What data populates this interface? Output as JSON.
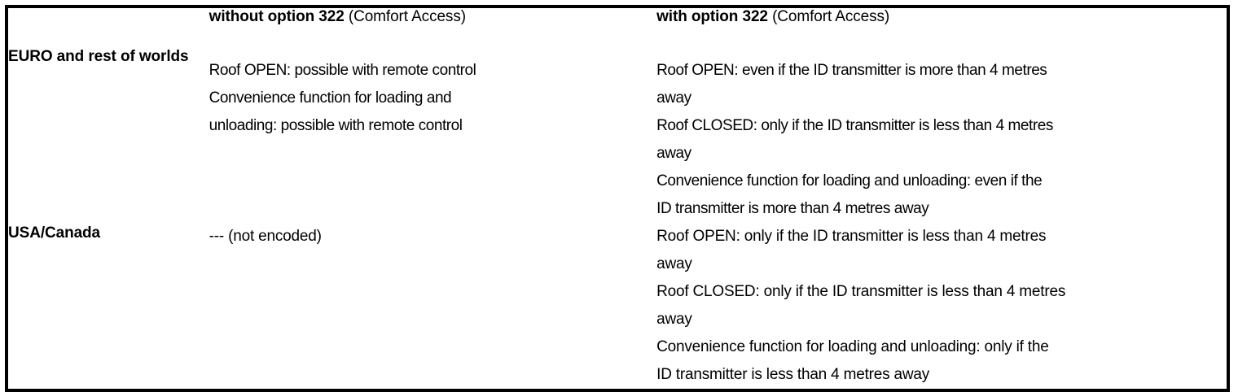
{
  "document": {
    "type": "specification-table",
    "background_color": "#ffffff",
    "text_color": "#000000",
    "border_color": "#000000"
  },
  "table": {
    "columns": [
      {
        "key": "region",
        "header": ""
      },
      {
        "key": "without_option",
        "header_strong": "without option 322",
        "header_normal": " (Comfort Access)"
      },
      {
        "key": "with_option",
        "header_strong": "with option 322",
        "header_normal": " (Comfort Access)"
      }
    ],
    "rows": [
      {
        "region": "EURO and rest of worlds",
        "without_option_lines": [
          "Roof OPEN: possible with remote control",
          "Convenience function for loading and",
          "unloading: possible with remote control"
        ],
        "with_option_lines": [
          "Roof OPEN: even if the ID transmitter is more than 4 metres",
          "away",
          "Roof CLOSED: only if the ID transmitter is less than 4 metres",
          "away",
          "Convenience function for loading and unloading: even if the",
          "ID transmitter is more than 4 metres away"
        ]
      },
      {
        "region": "USA/Canada",
        "without_option_lines": [
          "--- (not encoded)"
        ],
        "with_option_lines": [
          "Roof OPEN: only if the ID transmitter is less than 4 metres",
          "away",
          "Roof CLOSED: only if the ID transmitter is less than 4 metres",
          "away",
          "Convenience function for loading and unloading: only if the",
          "ID transmitter is less than 4 metres away"
        ]
      }
    ]
  }
}
